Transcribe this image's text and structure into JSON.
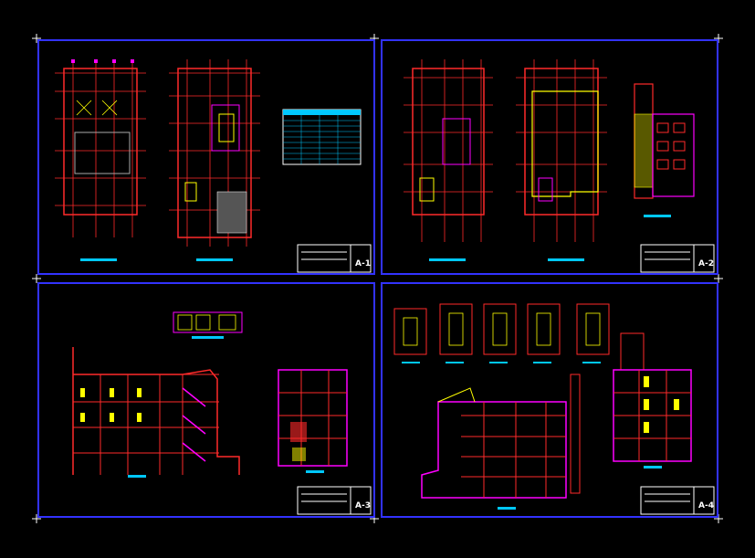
{
  "app": {
    "background": "#000000"
  },
  "colors": {
    "sheet_border": "#3232ff",
    "outer_frame": "#ffffff",
    "wall": "#ff2a2a",
    "wall_alt": "#ff00ff",
    "grid": "#ffff00",
    "dimension": "#00ff66",
    "text": "#00c8ff",
    "title_block": "#ffffff",
    "label": "#ffffff"
  },
  "sheets": [
    {
      "id": "A-1",
      "title_block_label": "A-1",
      "content": [
        "floor-plan",
        "floor-plan",
        "schedule-table"
      ]
    },
    {
      "id": "A-2",
      "title_block_label": "A-2",
      "content": [
        "floor-plan",
        "floor-plan",
        "facade-elevation"
      ]
    },
    {
      "id": "A-3",
      "title_block_label": "A-3",
      "content": [
        "detail-strip",
        "section",
        "side-elevation"
      ]
    },
    {
      "id": "A-4",
      "title_block_label": "A-4",
      "content": [
        "stair-details",
        "section",
        "side-elevation"
      ]
    }
  ]
}
